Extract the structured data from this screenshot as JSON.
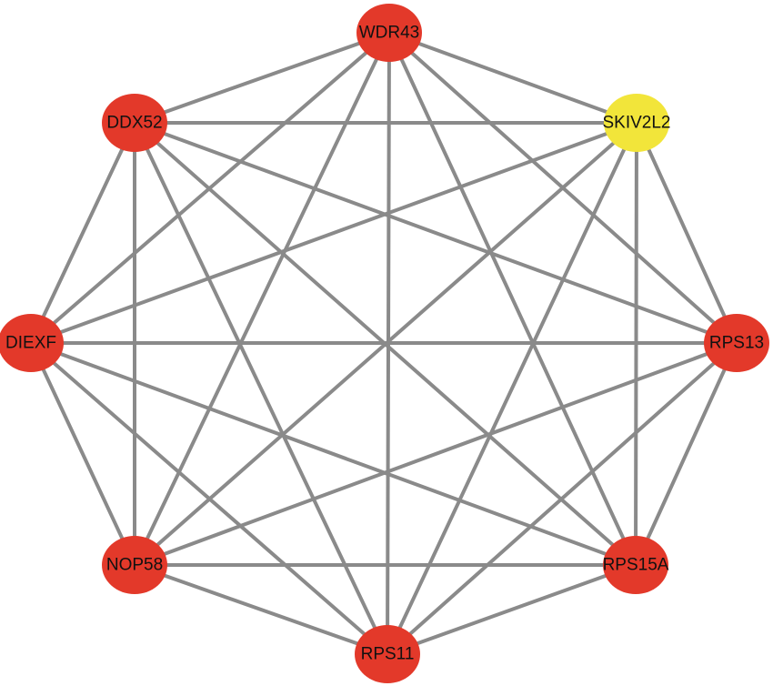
{
  "network": {
    "node_colors": {
      "default": "#e3392a",
      "highlight": "#f2e53a"
    },
    "edge_color": "#8a8a8a",
    "nodes": [
      {
        "id": "WDR43",
        "label": "WDR43",
        "highlight": false
      },
      {
        "id": "SKIV2L2",
        "label": "SKIV2L2",
        "highlight": true
      },
      {
        "id": "RPS13",
        "label": "RPS13",
        "highlight": false
      },
      {
        "id": "RPS15A",
        "label": "RPS15A",
        "highlight": false
      },
      {
        "id": "RPS11",
        "label": "RPS11",
        "highlight": false
      },
      {
        "id": "NOP58",
        "label": "NOP58",
        "highlight": false
      },
      {
        "id": "DIEXF",
        "label": "DIEXF",
        "highlight": false
      },
      {
        "id": "DDX52",
        "label": "DDX52",
        "highlight": false
      }
    ],
    "edges": "complete"
  }
}
